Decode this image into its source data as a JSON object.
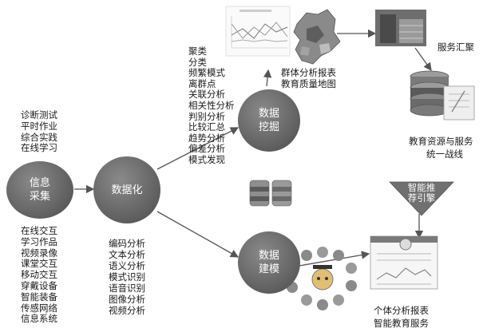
{
  "nodes": {
    "info_collect": "信息\n采集",
    "datafy": "数据化",
    "data_mining": "数据\n挖掘",
    "data_model": "数据\n建模",
    "recommend_engine": "智能推\n荐引擎"
  },
  "left_top_list": [
    "诊断测试",
    "平时作业",
    "综合实践",
    "在线学习"
  ],
  "left_bottom_list": [
    "在线交互",
    "学习作品",
    "视频录像",
    "课堂交互",
    "移动交互",
    "穿戴设备",
    "智能装备",
    "传感网络",
    "信息系统"
  ],
  "mining_list": [
    "聚类",
    "分类",
    "频繁模式",
    "离群点",
    "关联分析",
    "相关性分析",
    "判别分析",
    "比较汇总",
    "趋势分析",
    "偏差分析",
    "模式发现"
  ],
  "model_list": [
    "编码分析",
    "文本分析",
    "语义分析",
    "模式识别",
    "语音识别",
    "图像分析",
    "视频分析"
  ],
  "labels": {
    "group_report": "群体分析报表",
    "quality_map": "教育质量地图",
    "service_gather": "服务汇聚",
    "resource_line1": "教育资源与服务",
    "resource_line2": "统一战线",
    "individual_report": "个体分析报表",
    "smart_service": "智能教育服务"
  },
  "colors": {
    "node": "#666666",
    "arrow": "#555555",
    "bg": "#ffffff"
  }
}
